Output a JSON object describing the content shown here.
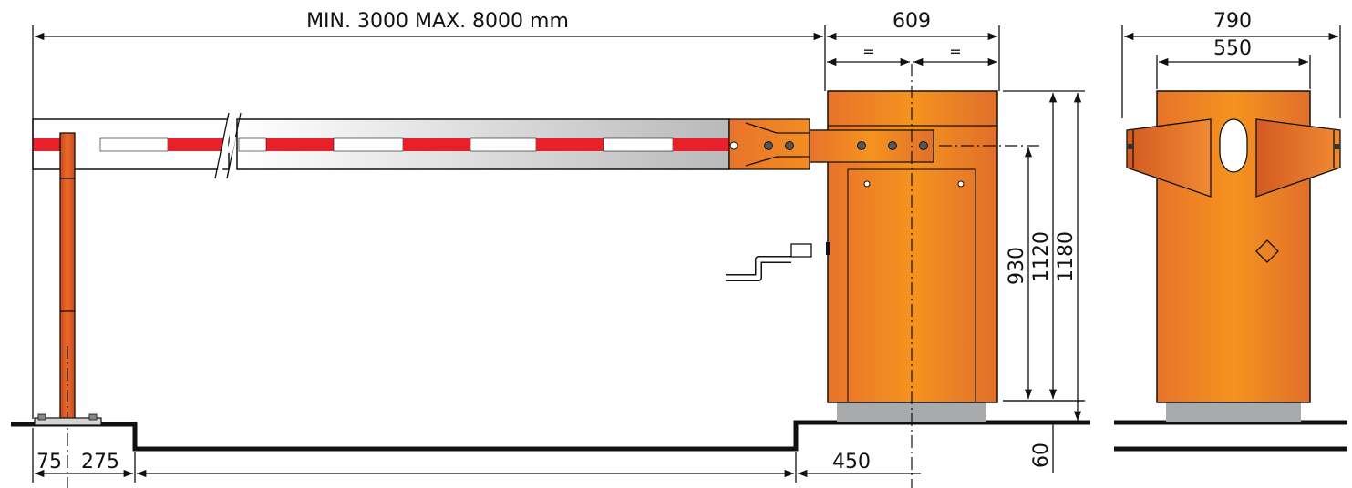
{
  "dimensions": {
    "span": "MIN. 3000 MAX. 8000 mm",
    "cabinet_depth": "609",
    "half_left": "=",
    "half_right": "=",
    "arm_height": "930",
    "arm_pivot_height": "1120",
    "total_height": "1180",
    "foundation": "60",
    "post_width": "75",
    "post_offset": "275",
    "cabinet_offset": "450",
    "side_width": "790",
    "side_inner_width": "550"
  },
  "colors": {
    "cabinet_orange": "#f08a24",
    "cabinet_dark": "#e0701e",
    "stripe_red": "#e8202a",
    "base_grey": "#a9aaac",
    "outline": "#111111"
  },
  "icons": {
    "crank_handle": "crank-handle-icon",
    "warning_diamond": "diamond-icon"
  }
}
